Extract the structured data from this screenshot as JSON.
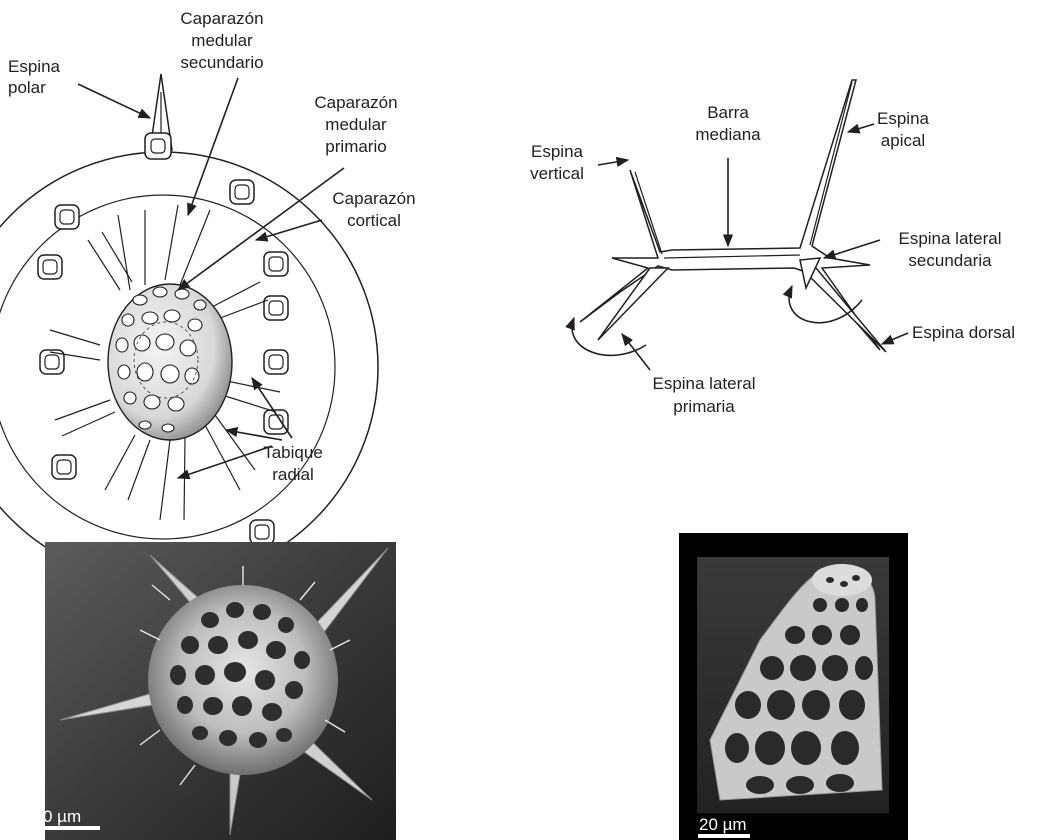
{
  "figure_a": {
    "labels": {
      "espina_polar": [
        "Espina",
        "polar"
      ],
      "caparazon_medular_secundario": [
        "Caparazón",
        "medular",
        "secundario"
      ],
      "caparazon_medular_primario": [
        "Caparazón",
        "medular",
        "primario"
      ],
      "caparazon_cortical": [
        "Caparazón",
        "cortical"
      ],
      "tabique_radial": [
        "Tabique",
        "radial"
      ]
    }
  },
  "figure_b": {
    "labels": {
      "espina_vertical": [
        "Espina",
        "vertical"
      ],
      "barra_mediana": [
        "Barra",
        "mediana"
      ],
      "espina_apical": [
        "Espina",
        "apical"
      ],
      "espina_lateral_secundaria": [
        "Espina lateral",
        "secundaria"
      ],
      "espina_dorsal": [
        "Espina dorsal"
      ],
      "espina_lateral_primaria": [
        "Espina lateral",
        "primaria"
      ]
    }
  },
  "photo_left": {
    "scale_label": "0 µm"
  },
  "photo_right": {
    "scale_label": "20 µm"
  }
}
